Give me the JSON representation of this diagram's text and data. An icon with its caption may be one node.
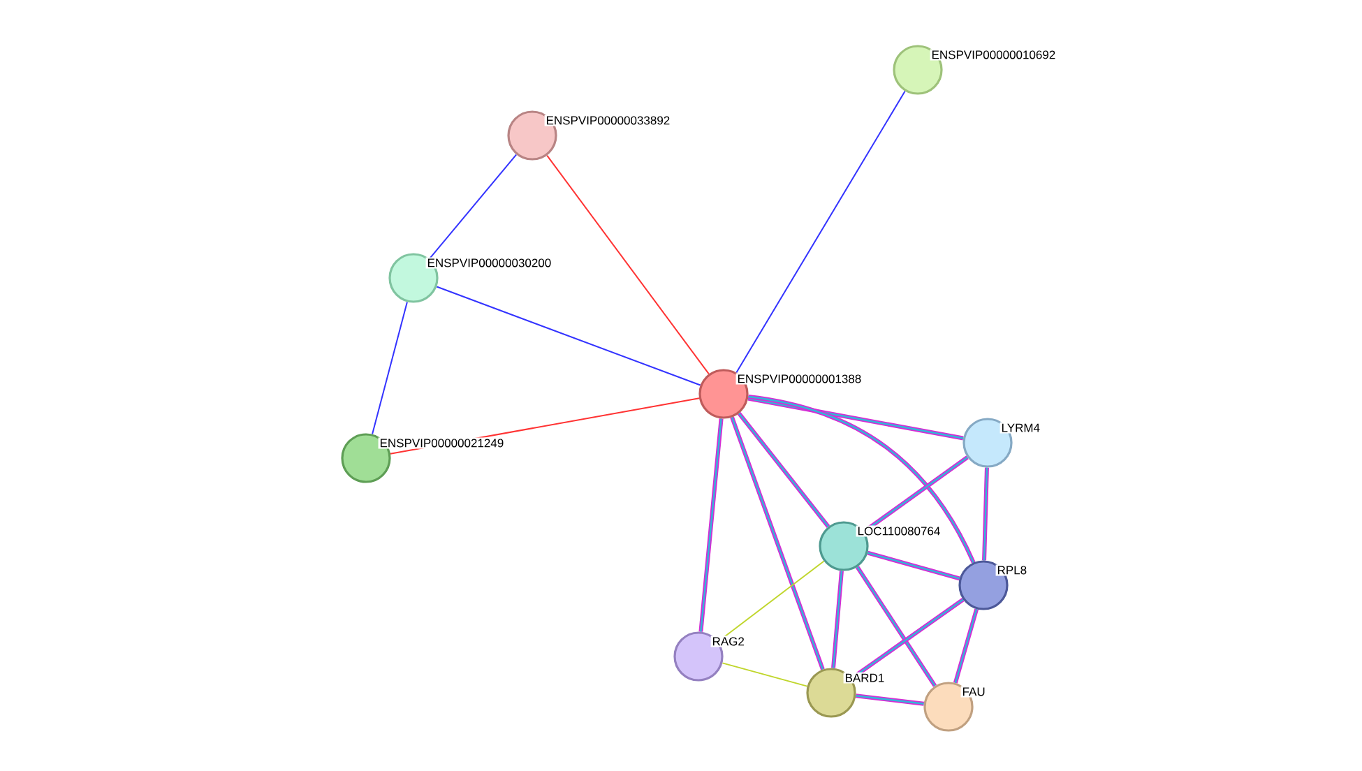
{
  "diagram": {
    "nodes": [
      {
        "text": [
          "ENSPVIP00000010692"
        ]
      },
      {
        "text": [
          "ENSPVIP00000033892"
        ]
      },
      {
        "text": [
          "ENSPVIP00000030200"
        ]
      },
      {
        "text": [
          "ENSPVIP00000001388"
        ]
      },
      {
        "text": [
          "ENSPVIP00000021249"
        ]
      },
      {
        "text": [
          "LYRM4"
        ]
      },
      {
        "text": [
          "LOC110080764"
        ]
      },
      {
        "text": [
          "RPL8"
        ]
      },
      {
        "text": [
          "RAG2"
        ]
      },
      {
        "text": [
          "BARD1"
        ]
      },
      {
        "text": [
          "FAU"
        ]
      }
    ],
    "edges": [
      {
        "from": 0,
        "to": 3,
        "arrow": "none",
        "color": "#3333ff"
      },
      {
        "from": 1,
        "to": 2,
        "arrow": "none",
        "color": "#3333ff"
      },
      {
        "from": 1,
        "to": 3,
        "arrow": "none",
        "color": "#ff3333"
      },
      {
        "from": 2,
        "to": 3,
        "arrow": "none",
        "color": "#3333ff"
      },
      {
        "from": 2,
        "to": 4,
        "arrow": "none",
        "color": "#3333ff"
      },
      {
        "from": 3,
        "to": 4,
        "arrow": "none",
        "color": "#ff3333"
      },
      {
        "from": 3,
        "to": 5,
        "arrow": "none"
      },
      {
        "from": 3,
        "to": 6,
        "arrow": "none"
      },
      {
        "from": 3,
        "to": 7,
        "arrow": "none"
      },
      {
        "from": 3,
        "to": 8,
        "arrow": "none"
      },
      {
        "from": 3,
        "to": 9,
        "arrow": "none"
      },
      {
        "from": 5,
        "to": 6,
        "arrow": "none"
      },
      {
        "from": 5,
        "to": 7,
        "arrow": "none"
      },
      {
        "from": 6,
        "to": 7,
        "arrow": "none"
      },
      {
        "from": 6,
        "to": 8,
        "arrow": "none",
        "color": "#c0d62c"
      },
      {
        "from": 6,
        "to": 9,
        "arrow": "none"
      },
      {
        "from": 6,
        "to": 10,
        "arrow": "none"
      },
      {
        "from": 7,
        "to": 9,
        "arrow": "none"
      },
      {
        "from": 7,
        "to": 10,
        "arrow": "none"
      },
      {
        "from": 8,
        "to": 9,
        "arrow": "none",
        "color": "#c0d62c"
      },
      {
        "from": 9,
        "to": 10,
        "arrow": "none"
      }
    ]
  }
}
